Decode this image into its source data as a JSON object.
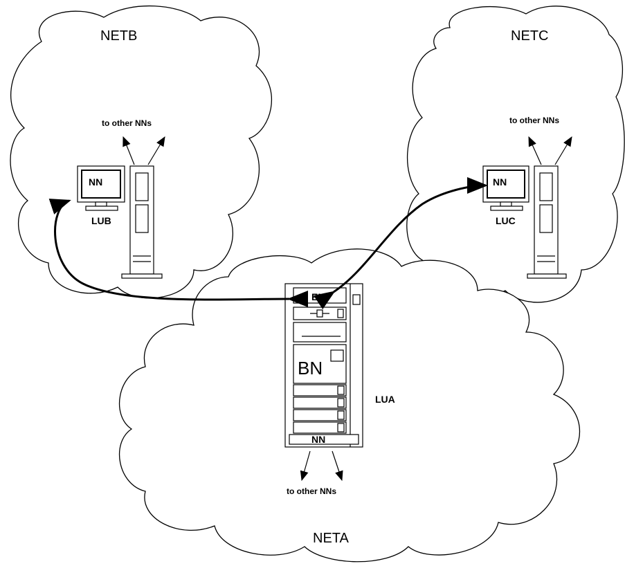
{
  "networks": {
    "netb": {
      "label": "NETB"
    },
    "netc": {
      "label": "NETC"
    },
    "neta": {
      "label": "NETA"
    }
  },
  "nodes": {
    "lub": {
      "screen_label": "NN",
      "caption": "LUB",
      "links_label": "to other NNs"
    },
    "luc": {
      "screen_label": "NN",
      "caption": "LUC",
      "links_label": "to other NNs"
    },
    "lua": {
      "top_label": "EN",
      "main_label": "BN",
      "bottom_label": "NN",
      "caption": "LUA",
      "links_label": "to other NNs"
    }
  },
  "colors": {
    "ink": "#000000",
    "background": "#ffffff"
  }
}
